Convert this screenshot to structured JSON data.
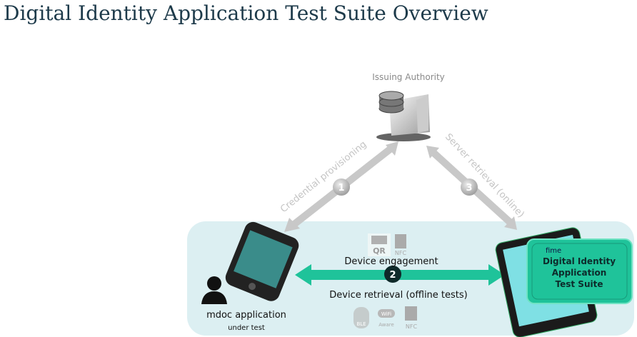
{
  "title": "Digital Identity Application Test Suite Overview",
  "issuer": {
    "label": "Issuing Authority",
    "icon": "server-database-icon"
  },
  "flows": [
    {
      "number": "1",
      "label": "Credential provisioning"
    },
    {
      "number": "2",
      "label_top": "Device engagement",
      "label_bottom": "Device retrieval (offline tests)"
    },
    {
      "number": "3",
      "label": "Server retrieval (online)"
    }
  ],
  "engagement_icons": {
    "qr": "QR",
    "nfc": "NFC"
  },
  "retrieval_icons": {
    "ble": "BLE",
    "wifi": "WiFi",
    "aware": "Aware",
    "nfc": "NFC"
  },
  "mdoc": {
    "label": "mdoc application",
    "sub": "under test"
  },
  "suite": {
    "brand": "fime",
    "line1": "Digital Identity",
    "line2": "Application",
    "line3": "Test Suite"
  },
  "colors": {
    "accent": "#1fc39a",
    "panel": "#dceff2",
    "arrow_gray": "#c8c8c8",
    "title": "#1d3a4a"
  }
}
